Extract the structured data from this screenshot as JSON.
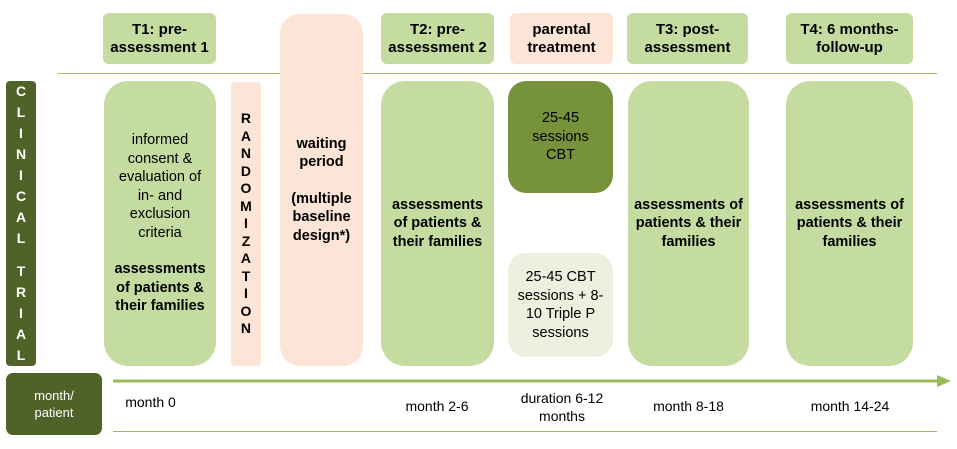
{
  "headers": {
    "t1": "T1: pre-assessment 1",
    "t2": "T2: pre-assessment 2",
    "parental": "parental treatment",
    "t3": "T3: post-assessment",
    "t4": "T4: 6 months-follow-up"
  },
  "side": {
    "clinical": [
      "C",
      "L",
      "I",
      "N",
      "I",
      "C",
      "A",
      "L"
    ],
    "trial": [
      "T",
      "R",
      "I",
      "A",
      "L"
    ]
  },
  "randomization": [
    "R",
    "A",
    "N",
    "D",
    "O",
    "M",
    "I",
    "Z",
    "A",
    "T",
    "I",
    "O",
    "N"
  ],
  "boxes": {
    "t1_normal": "informed consent & evaluation of in- and exclusion criteria",
    "t1_bold": "assessments of patients & their families",
    "waiting_main": "waiting period",
    "waiting_sub": "(multiple baseline design*)",
    "t2": "assessments of patients & their families",
    "cbt": "25-45 sessions CBT",
    "cbt_triple_p": "25-45 CBT sessions + 8-10 Triple P sessions",
    "t3": "assessments of patients & their families",
    "t4": "assessments of patients & their families"
  },
  "timeline": {
    "label": "month/ patient",
    "m0": "month 0",
    "m2_6": "month 2-6",
    "duration": "duration 6-12 months",
    "m8_18": "month 8-18",
    "m14_24": "month 14-24"
  },
  "colors": {
    "light_green": "#c5dca0",
    "dark_green": "#4f6228",
    "mid_green": "#76933c",
    "peach": "#fce4d6",
    "pale_green": "#ebf1de",
    "line_green": "#9bbb59"
  }
}
